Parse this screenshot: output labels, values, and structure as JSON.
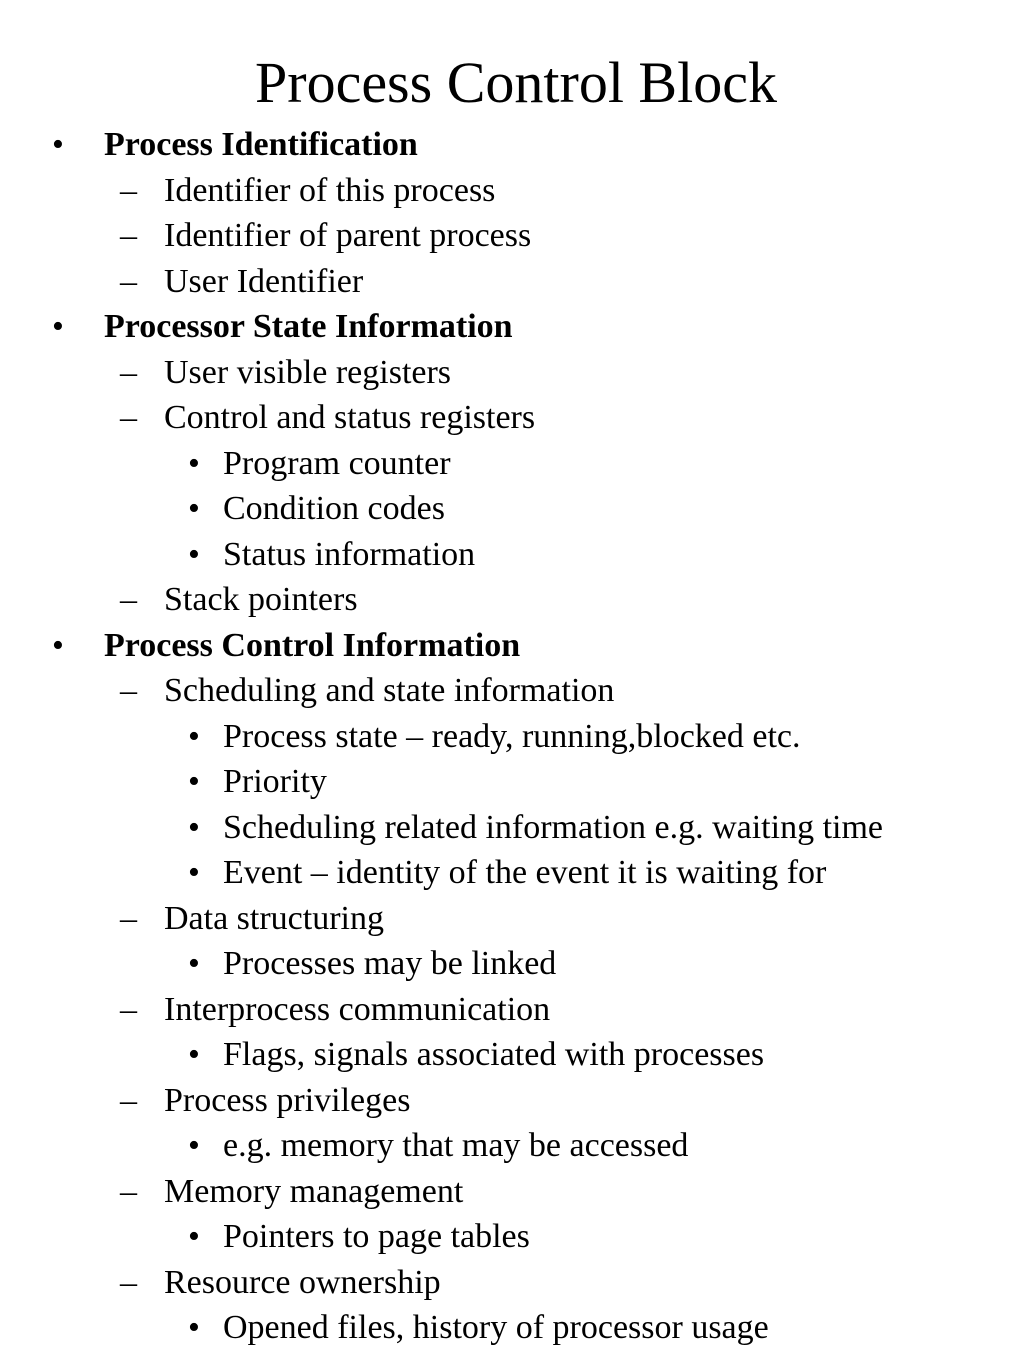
{
  "title": "Process Control Block",
  "markers": {
    "level1": "•",
    "level2": "–",
    "level3": "•"
  },
  "items": [
    {
      "level": 1,
      "text": "Process Identification"
    },
    {
      "level": 2,
      "text": "Identifier of this process"
    },
    {
      "level": 2,
      "text": "Identifier of parent process"
    },
    {
      "level": 2,
      "text": "User Identifier"
    },
    {
      "level": 1,
      "text": "Processor State Information"
    },
    {
      "level": 2,
      "text": "User visible registers"
    },
    {
      "level": 2,
      "text": "Control and status registers"
    },
    {
      "level": 3,
      "text": "Program counter"
    },
    {
      "level": 3,
      "text": "Condition codes"
    },
    {
      "level": 3,
      "text": "Status information"
    },
    {
      "level": 2,
      "text": "Stack pointers"
    },
    {
      "level": 1,
      "text": "Process Control Information"
    },
    {
      "level": 2,
      "text": "Scheduling and state information"
    },
    {
      "level": 3,
      "text": "Process state – ready, running,blocked etc."
    },
    {
      "level": 3,
      "text": "Priority"
    },
    {
      "level": 3,
      "text": "Scheduling related information e.g. waiting time"
    },
    {
      "level": 3,
      "text": "Event – identity of the event it is waiting for"
    },
    {
      "level": 2,
      "text": "Data structuring"
    },
    {
      "level": 3,
      "text": "Processes may be linked"
    },
    {
      "level": 2,
      "text": "Interprocess communication"
    },
    {
      "level": 3,
      "text": "Flags, signals associated with processes"
    },
    {
      "level": 2,
      "text": "Process privileges"
    },
    {
      "level": 3,
      "text": "e.g. memory that may be accessed"
    },
    {
      "level": 2,
      "text": "Memory management"
    },
    {
      "level": 3,
      "text": "Pointers to page tables"
    },
    {
      "level": 2,
      "text": "Resource ownership"
    },
    {
      "level": 3,
      "text": "Opened files, history of processor usage"
    }
  ]
}
